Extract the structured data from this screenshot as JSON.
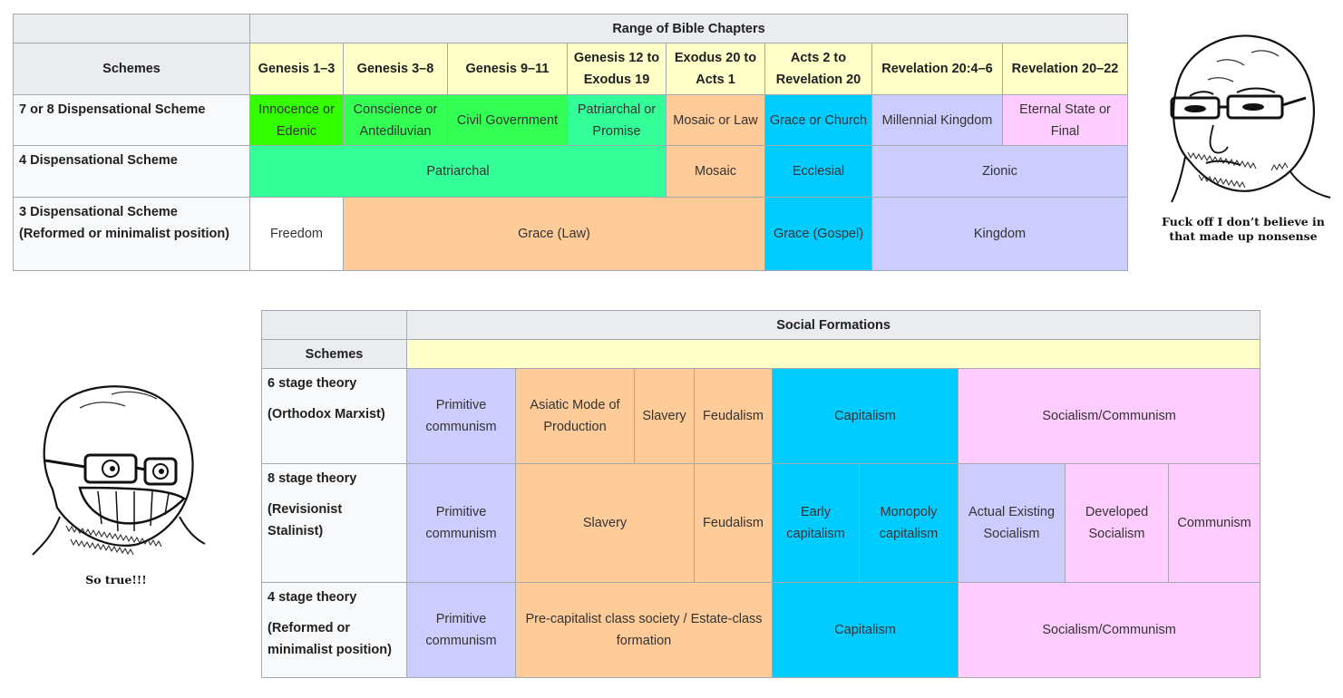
{
  "table1": {
    "title": "Range of Bible Chapters",
    "schemes_label": "Schemes",
    "columns": [
      "Genesis 1–3",
      "Genesis 3–8",
      "Genesis 9–11",
      "Genesis 12 to Exodus 19",
      "Exodus 20 to Acts 1",
      "Acts 2 to Revelation 20",
      "Revelation 20:4–6",
      "Revelation 20–22"
    ],
    "rows": [
      {
        "label": "7 or 8 Dispensational Scheme",
        "cells": [
          "Innocence or Edenic",
          "Conscience or Antediluvian",
          "Civil Government",
          "Patriarchal or Promise",
          "Mosaic or Law",
          "Grace or Church",
          "Millennial Kingdom",
          "Eternal State or Final"
        ]
      },
      {
        "label": "4 Dispensational Scheme",
        "cells": [
          "Patriarchal",
          "Mosaic",
          "Ecclesial",
          "Zionic"
        ]
      },
      {
        "label": "3 Dispensational Scheme (Reformed or minimalist position)",
        "cells": [
          "Freedom",
          "Grace (Law)",
          "Grace (Gospel)",
          "Kingdom"
        ]
      }
    ]
  },
  "table2": {
    "title": "Social Formations",
    "schemes_label": "Schemes",
    "rows": [
      {
        "label_top": "6 stage theory",
        "label_bottom": "(Orthodox Marxist)",
        "cells": [
          "Primitive communism",
          "Asiatic Mode of Production",
          "Slavery",
          "Feudalism",
          "Capitalism",
          "Socialism/Communism"
        ]
      },
      {
        "label_top": "8 stage theory",
        "label_bottom": "(Revisionist Stalinist)",
        "cells": [
          "Primitive communism",
          "Slavery",
          "Feudalism",
          "Early capitalism",
          "Monopoly capitalism",
          "Actual Existing Socialism",
          "Developed Socialism",
          "Communism"
        ]
      },
      {
        "label_top": "4 stage theory",
        "label_bottom": "(Reformed or minimalist position)",
        "cells": [
          "Primitive communism",
          "Pre-capitalist class society / Estate-class formation",
          "Capitalism",
          "Socialism/Communism"
        ]
      }
    ]
  },
  "memes": {
    "doubter_caption": "Fuck off I don’t believe in that made up nonsense",
    "believer_caption": "So true!!!"
  },
  "colors": {
    "header_gray": "#eaecf0",
    "row_header": "#f8f9fa",
    "yellow": "#ffffc8",
    "green": "#33ff00",
    "mint": "#33ff99",
    "peach": "#ffcc99",
    "sky": "#00ccff",
    "lavender": "#ccccff",
    "pink": "#ffccff"
  }
}
